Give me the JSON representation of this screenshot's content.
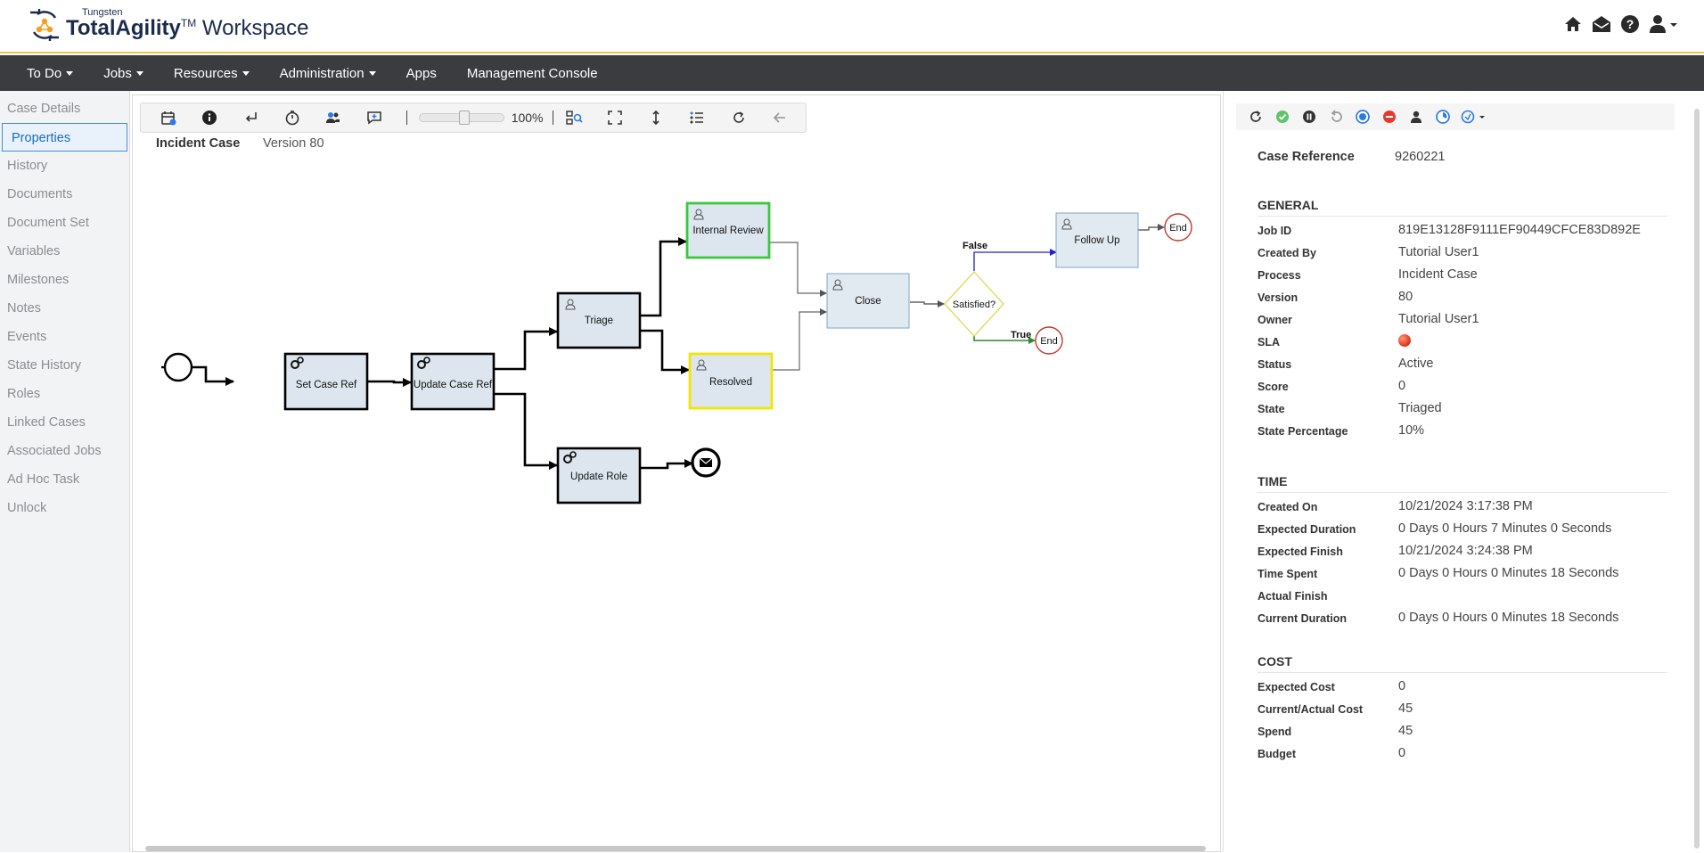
{
  "app": {
    "brand_small": "Tungsten",
    "brand_main": "TotalAgility",
    "brand_tm": "TM",
    "brand_suffix": "Workspace"
  },
  "header_icons": [
    "home-icon",
    "inbox-icon",
    "help-icon",
    "user-icon"
  ],
  "nav": {
    "items": [
      {
        "label": "To Do",
        "dropdown": true
      },
      {
        "label": "Jobs",
        "dropdown": true
      },
      {
        "label": "Resources",
        "dropdown": true
      },
      {
        "label": "Administration",
        "dropdown": true
      },
      {
        "label": "Apps",
        "dropdown": false
      },
      {
        "label": "Management Console",
        "dropdown": false
      }
    ]
  },
  "sidebar": {
    "active": "Properties",
    "items": [
      "Case Details",
      "Properties",
      "History",
      "Documents",
      "Document Set",
      "Variables",
      "Milestones",
      "Notes",
      "Events",
      "State History",
      "Roles",
      "Linked Cases",
      "Associated Jobs",
      "Ad Hoc Task",
      "Unlock"
    ]
  },
  "canvas": {
    "zoom": "100%",
    "case_title": "Incident Case",
    "version": "Version 80",
    "nodes": {
      "set_case_ref": "Set Case Ref",
      "update_case_ref": "Update Case Ref",
      "triage": "Triage",
      "update_role": "Update Role",
      "internal_review": "Internal Review",
      "resolved": "Resolved",
      "close": "Close",
      "satisfied": "Satisfied?",
      "follow_up": "Follow Up",
      "end1": "End",
      "end2": "End",
      "false_label": "False",
      "true_label": "True"
    }
  },
  "panel": {
    "case_reference_label": "Case Reference",
    "case_reference": "9260221",
    "general": {
      "title": "GENERAL",
      "rows": [
        {
          "k": "Job ID",
          "v": "819E13128F9111EF90449CFCE83D892E"
        },
        {
          "k": "Created By",
          "v": "Tutorial User1"
        },
        {
          "k": "Process",
          "v": "Incident Case"
        },
        {
          "k": "Version",
          "v": "80"
        },
        {
          "k": "Owner",
          "v": "Tutorial User1"
        },
        {
          "k": "SLA",
          "v": ""
        },
        {
          "k": "Status",
          "v": "Active"
        },
        {
          "k": "Score",
          "v": "0"
        },
        {
          "k": "State",
          "v": "Triaged"
        },
        {
          "k": "State Percentage",
          "v": "10%"
        }
      ]
    },
    "time": {
      "title": "TIME",
      "rows": [
        {
          "k": "Created On",
          "v": "10/21/2024 3:17:38 PM"
        },
        {
          "k": "Expected Duration",
          "v": "0 Days 0 Hours 7 Minutes 0 Seconds"
        },
        {
          "k": "Expected Finish",
          "v": "10/21/2024 3:24:38 PM"
        },
        {
          "k": "Time Spent",
          "v": "0 Days 0 Hours 0 Minutes 18 Seconds"
        },
        {
          "k": "Actual Finish",
          "v": ""
        },
        {
          "k": "Current Duration",
          "v": "0 Days 0 Hours 0 Minutes 18 Seconds"
        }
      ]
    },
    "cost": {
      "title": "COST",
      "rows": [
        {
          "k": "Expected Cost",
          "v": "0"
        },
        {
          "k": "Current/Actual Cost",
          "v": "45"
        },
        {
          "k": "Spend",
          "v": "45"
        },
        {
          "k": "Budget",
          "v": "0"
        }
      ]
    }
  },
  "colors": {
    "nav_bg": "#3a3c40",
    "active_green": "#3cc83c",
    "pending_yellow": "#f2e600",
    "brand_navy": "#1a2b4c"
  }
}
